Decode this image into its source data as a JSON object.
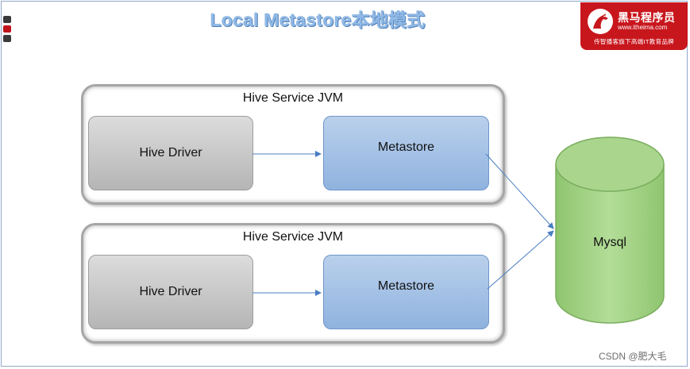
{
  "slide": {
    "title": "Local Metastore本地模式"
  },
  "logo": {
    "name": "黑马程序员",
    "url": "www.itheima.com",
    "slogan": "传智播客旗下高端IT教育品牌"
  },
  "diagram": {
    "jvm_boxes": [
      {
        "label": "Hive Service JVM",
        "driver": "Hive Driver",
        "metastore": "Metastore"
      },
      {
        "label": "Hive Service JVM",
        "driver": "Hive Driver",
        "metastore": "Metastore"
      }
    ],
    "database": {
      "label": "Mysql"
    }
  },
  "watermark": "CSDN @肥大毛",
  "colors": {
    "title": "#8fb9e6",
    "logo_red": "#c8161d",
    "metastore_blue": "#9dbce4",
    "driver_gray": "#c8c8c8",
    "database_green": "#9bce7d",
    "arrow": "#4a7ec2"
  }
}
